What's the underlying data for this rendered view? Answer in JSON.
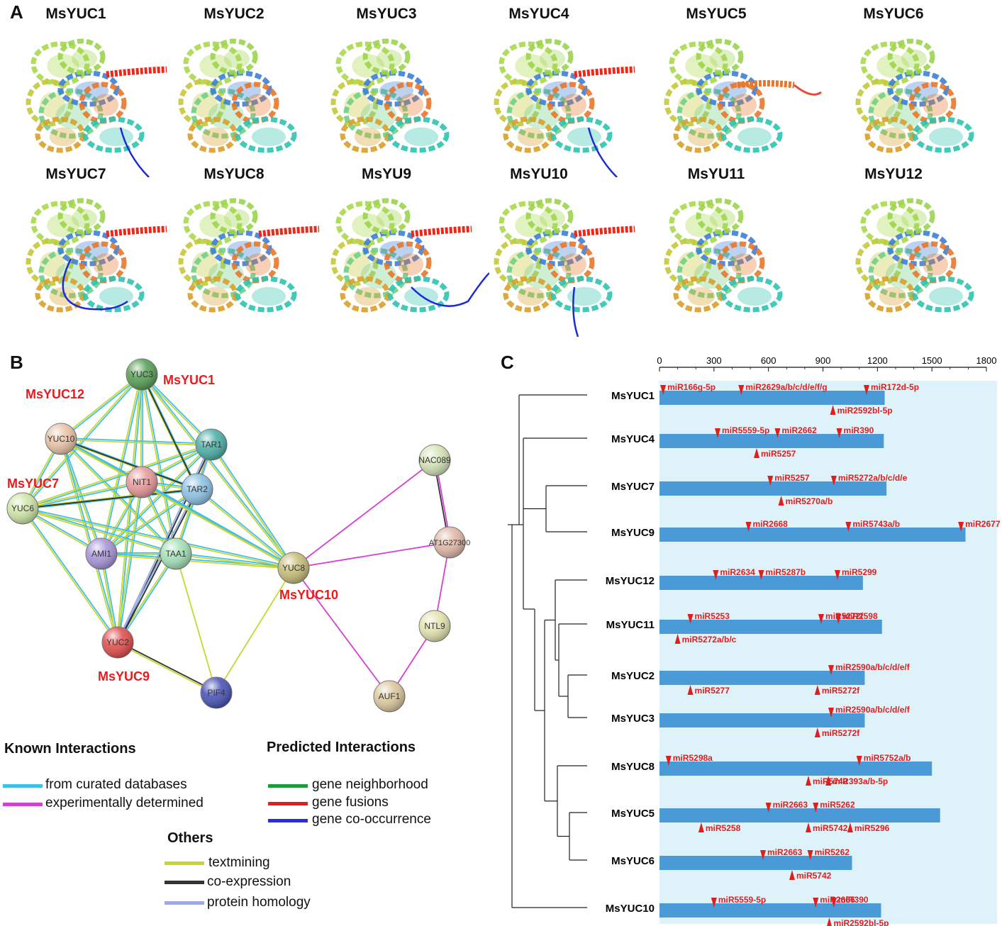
{
  "panels": {
    "a": "A",
    "b": "B",
    "c": "C"
  },
  "structures": {
    "labels": [
      "MsYUC1",
      "MsYUC2",
      "MsYUC3",
      "MsYUC4",
      "MsYUC5",
      "MsYUC6",
      "MsYUC7",
      "MsYUC8",
      "MsYU9",
      "MsYU10",
      "MsYU11",
      "MsYU12"
    ]
  },
  "network": {
    "nodes": [
      {
        "id": "YUC3",
        "color": "#5aa05a"
      },
      {
        "id": "YUC10",
        "color": "#e8c4a8"
      },
      {
        "id": "TAR1",
        "color": "#4fb0a8"
      },
      {
        "id": "NIT1",
        "color": "#e89a9a"
      },
      {
        "id": "TAR2",
        "color": "#8ec3e3"
      },
      {
        "id": "YUC6",
        "color": "#cfe5a8"
      },
      {
        "id": "AMI1",
        "color": "#a995d8"
      },
      {
        "id": "TAA1",
        "color": "#a5e0b8"
      },
      {
        "id": "YUC8",
        "color": "#c7bd7a"
      },
      {
        "id": "YUC2",
        "color": "#e05050"
      },
      {
        "id": "PIF4",
        "color": "#4b55b5"
      },
      {
        "id": "NAC089",
        "color": "#d4e3b8"
      },
      {
        "id": "AT1G27300",
        "color": "#e0b8a8"
      },
      {
        "id": "NTL9",
        "color": "#e3e3b0"
      },
      {
        "id": "AUF1",
        "color": "#dcc8a0"
      }
    ],
    "ms_labels": {
      "yuc1": "MsYUC1",
      "yuc12": "MsYUC12",
      "yuc7": "MsYUC7",
      "yuc10": "MsYUC10",
      "yuc9": "MsYUC9"
    },
    "legend": {
      "known_title": "Known Interactions",
      "predicted_title": "Predicted Interactions",
      "others_title": "Others",
      "curated": "from curated databases",
      "experimental": "experimentally determined",
      "neighborhood": "gene neighborhood",
      "fusions": "gene fusions",
      "cooccurrence": "gene co-occurrence",
      "textmining": "textmining",
      "coexpression": "co-expression",
      "homology": "protein homology"
    },
    "colors": {
      "curated": "#3fbfea",
      "experimental": "#d43fd4",
      "neighborhood": "#1a9e3c",
      "fusions": "#e81c1c",
      "cooccurrence": "#2b2be0",
      "textmining": "#c6d633",
      "coexpression": "#333333",
      "homology": "#9aa8f0"
    }
  },
  "chart_data": {
    "type": "bar",
    "title": "",
    "xlabel": "",
    "ylabel": "",
    "xlim": [
      0,
      1800
    ],
    "xticks": [
      0,
      300,
      600,
      900,
      1200,
      1500,
      1800
    ],
    "categories": [
      "MsYUC1",
      "MsYUC4",
      "MsYUC7",
      "MsYUC9",
      "MsYUC12",
      "MsYUC11",
      "MsYUC2",
      "MsYUC3",
      "MsYUC8",
      "MsYUC5",
      "MsYUC6",
      "MsYUC10"
    ],
    "values": [
      1240,
      1235,
      1250,
      1685,
      1120,
      1225,
      1130,
      1130,
      1500,
      1545,
      1060,
      1220
    ],
    "bar_color": "#4a9ad8",
    "background": "#def2fa",
    "marker_color": "#e01e1e",
    "sites": [
      [
        {
          "label": "miR166g-5p",
          "pos": 20,
          "side": "top"
        },
        {
          "label": "miR2629a/b/c/d/e/f/g",
          "pos": 450,
          "side": "top"
        },
        {
          "label": "miR172d-5p",
          "pos": 1140,
          "side": "top"
        },
        {
          "label": "miR2592bl-5p",
          "pos": 955,
          "side": "bottom"
        }
      ],
      [
        {
          "label": "miR5559-5p",
          "pos": 320,
          "side": "top"
        },
        {
          "label": "miR2662",
          "pos": 650,
          "side": "top"
        },
        {
          "label": "miR390",
          "pos": 990,
          "side": "top"
        },
        {
          "label": "miR5257",
          "pos": 535,
          "side": "bottom"
        }
      ],
      [
        {
          "label": "miR5257",
          "pos": 610,
          "side": "top"
        },
        {
          "label": "miR5272a/b/c/d/e",
          "pos": 960,
          "side": "top"
        },
        {
          "label": "miR5270a/b",
          "pos": 670,
          "side": "bottom"
        }
      ],
      [
        {
          "label": "miR2668",
          "pos": 490,
          "side": "top"
        },
        {
          "label": "miR5743a/b",
          "pos": 1040,
          "side": "top"
        },
        {
          "label": "miR2677",
          "pos": 1660,
          "side": "top"
        }
      ],
      [
        {
          "label": "miR2634",
          "pos": 310,
          "side": "top"
        },
        {
          "label": "miR5287b",
          "pos": 560,
          "side": "top"
        },
        {
          "label": "miR5299",
          "pos": 980,
          "side": "top"
        }
      ],
      [
        {
          "label": "miR5253",
          "pos": 170,
          "side": "top"
        },
        {
          "label": "miR5272f",
          "pos": 890,
          "side": "top"
        },
        {
          "label": "miR2598",
          "pos": 985,
          "side": "top"
        },
        {
          "label": "miR5272a/b/c",
          "pos": 100,
          "side": "bottom"
        }
      ],
      [
        {
          "label": "miR2590a/b/c/d/e/f",
          "pos": 945,
          "side": "top"
        },
        {
          "label": "miR5277",
          "pos": 170,
          "side": "bottom"
        },
        {
          "label": "miR5272f",
          "pos": 870,
          "side": "bottom"
        }
      ],
      [
        {
          "label": "miR2590a/b/c/d/e/f",
          "pos": 945,
          "side": "top"
        },
        {
          "label": "miR5272f",
          "pos": 870,
          "side": "bottom"
        }
      ],
      [
        {
          "label": "miR5298a",
          "pos": 50,
          "side": "top"
        },
        {
          "label": "miR5752a/b",
          "pos": 1100,
          "side": "top"
        },
        {
          "label": "miR5742",
          "pos": 820,
          "side": "bottom"
        },
        {
          "label": "miR393a/b-5p",
          "pos": 930,
          "side": "bottom"
        }
      ],
      [
        {
          "label": "miR2663",
          "pos": 600,
          "side": "top"
        },
        {
          "label": "miR5262",
          "pos": 860,
          "side": "top"
        },
        {
          "label": "miR5258",
          "pos": 230,
          "side": "bottom"
        },
        {
          "label": "miR5742",
          "pos": 820,
          "side": "bottom"
        },
        {
          "label": "miR5296",
          "pos": 1050,
          "side": "bottom"
        }
      ],
      [
        {
          "label": "miR2663",
          "pos": 570,
          "side": "top"
        },
        {
          "label": "miR5262",
          "pos": 830,
          "side": "top"
        },
        {
          "label": "miR5742",
          "pos": 730,
          "side": "bottom"
        }
      ],
      [
        {
          "label": "miR5559-5p",
          "pos": 300,
          "side": "top"
        },
        {
          "label": "miR2665",
          "pos": 860,
          "side": "top"
        },
        {
          "label": "miR390",
          "pos": 960,
          "side": "top"
        },
        {
          "label": "miR2592bl-5p",
          "pos": 935,
          "side": "bottom"
        }
      ]
    ]
  }
}
